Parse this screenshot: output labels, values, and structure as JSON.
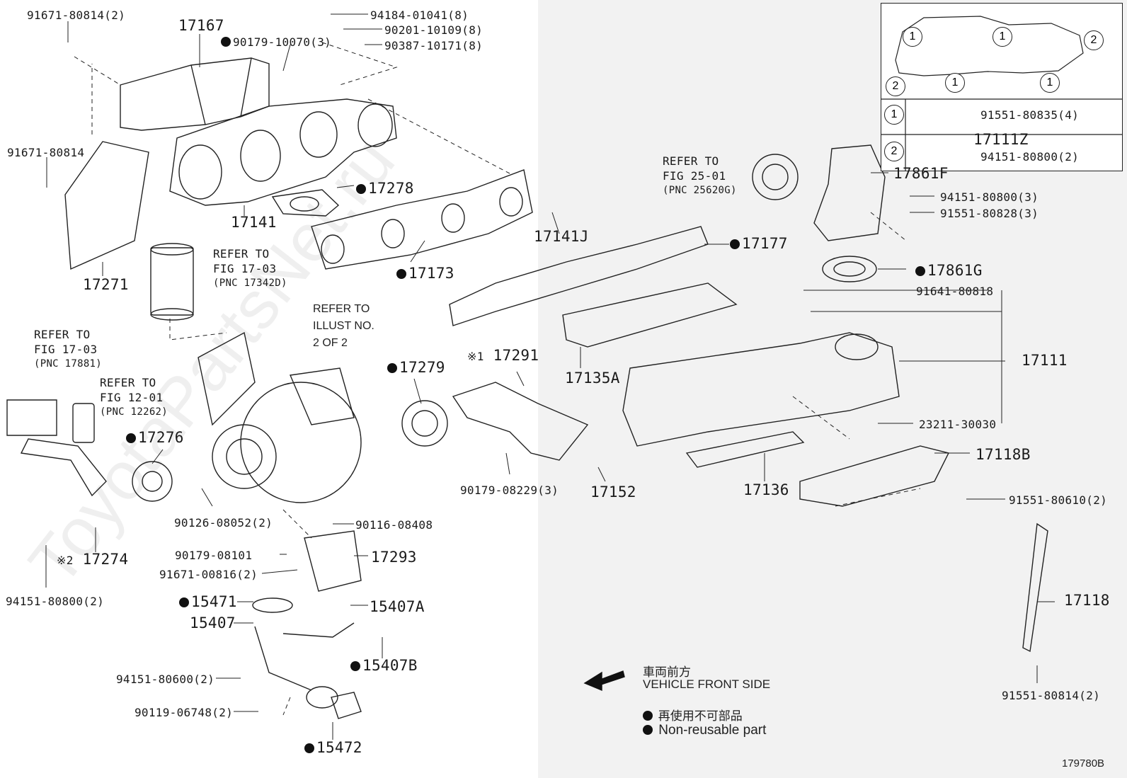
{
  "watermark": "ToyotaPartsNet.ru",
  "figure_id": "179780B",
  "legend": {
    "vehicle_front_jp": "車両前方",
    "vehicle_front_en": "VEHICLE FRONT SIDE",
    "nonreusable_jp": "再使用不可部品",
    "nonreusable_en": "Non-reusable part"
  },
  "inset": {
    "row1": {
      "marker": "1",
      "part": "91551-80835(4)"
    },
    "row2": {
      "marker": "2",
      "part_a": "17111Z",
      "part_b": "94151-80800(2)"
    },
    "markers": [
      "1",
      "1",
      "1",
      "1",
      "2",
      "2"
    ]
  },
  "refer_notes": {
    "fig1703_d": [
      "REFER TO",
      "FIG 17-03",
      "(PNC 17342D)"
    ],
    "fig1703_881": [
      "REFER TO",
      "FIG 17-03",
      "(PNC 17881)"
    ],
    "fig1201": [
      "REFER TO",
      "FIG 12-01",
      "(PNC 12262)"
    ],
    "illust": [
      "REFER TO",
      "ILLUST NO.",
      "2 OF 2"
    ],
    "fig2501": [
      "REFER TO",
      "FIG 25-01",
      "(PNC 25620G)"
    ]
  },
  "labels": {
    "p91671_80814_2": "91671-80814(2)",
    "p17167": "17167",
    "p94184_01041": "94184-01041(8)",
    "p90201_10109": "90201-10109(8)",
    "p90387_10171": "90387-10171(8)",
    "p90179_10070": "90179-10070(3)",
    "p91671_80814": "91671-80814",
    "p17278": "17278",
    "p17141": "17141",
    "p17141J": "17141J",
    "p17173": "17173",
    "p17177": "17177",
    "p17271": "17271",
    "p17861F": "17861F",
    "p94151_80800_3": "94151-80800(3)",
    "p91551_80828_3": "91551-80828(3)",
    "p17861G": "17861G",
    "p91641_80818": "91641-80818",
    "p17111": "17111",
    "p17135A": "17135A",
    "p23211_30030": "23211-30030",
    "p17118B": "17118B",
    "p17136": "17136",
    "p91551_80610_2": "91551-80610(2)",
    "p17118": "17118",
    "p91551_80814_2": "91551-80814(2)",
    "p17279": "17279",
    "p17291": "17291",
    "p17291_mark": "※1",
    "p17276": "17276",
    "p90126_08052": "90126-08052(2)",
    "p90179_08229": "90179-08229(3)",
    "p17152": "17152",
    "p17274": "17274",
    "p17274_mark": "※2",
    "p94151_80800_2": "94151-80800(2)",
    "p90116_08408": "90116-08408",
    "p90179_08101": "90179-08101",
    "p17293": "17293",
    "p91671_00816": "91671-00816(2)",
    "p15471": "15471",
    "p15407A": "15407A",
    "p15407": "15407",
    "p15407B": "15407B",
    "p94151_80600": "94151-80600(2)",
    "p90119_06748": "90119-06748(2)",
    "p15472": "15472"
  }
}
